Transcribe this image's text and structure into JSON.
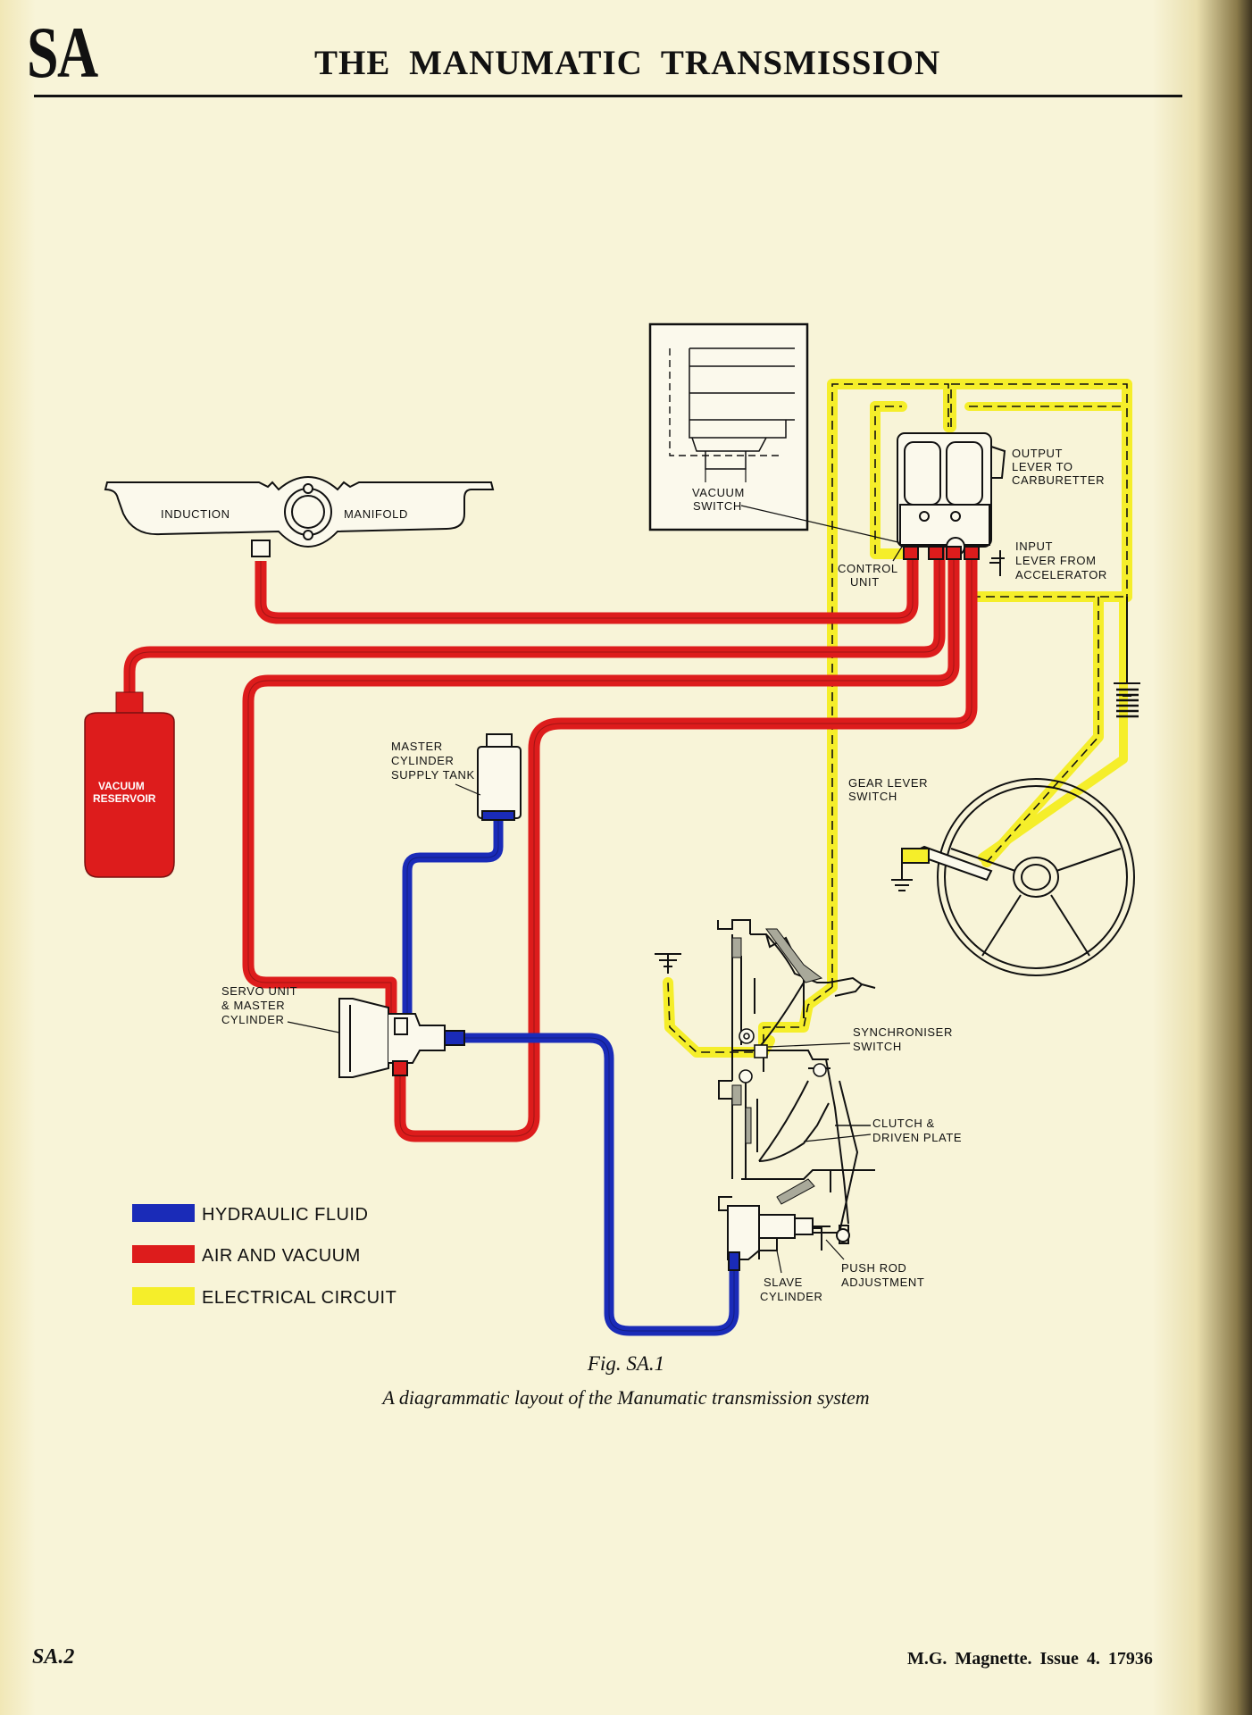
{
  "header": {
    "section_code": "SA",
    "title": "THE MANUMATIC TRANSMISSION"
  },
  "labels": {
    "induction": "INDUCTION",
    "manifold": "MANIFOLD",
    "vacuum_switch_1": "VACUUM",
    "vacuum_switch_2": "SWITCH",
    "output_lever_1": "OUTPUT",
    "output_lever_2": "LEVER TO",
    "output_lever_3": "CARBURETTER",
    "input_lever_1": "INPUT",
    "input_lever_2": "LEVER FROM",
    "input_lever_3": "ACCELERATOR",
    "control_unit_1": "CONTROL",
    "control_unit_2": "UNIT",
    "vacuum_reservoir_1": "VACUUM",
    "vacuum_reservoir_2": "RESERVOIR",
    "master_cyl_1": "MASTER",
    "master_cyl_2": "CYLINDER",
    "master_cyl_3": "SUPPLY TANK",
    "gear_lever_1": "GEAR LEVER",
    "gear_lever_2": "SWITCH",
    "servo_1": "SERVO UNIT",
    "servo_2": "& MASTER",
    "servo_3": "CYLINDER",
    "synchroniser_1": "SYNCHRONISER",
    "synchroniser_2": "SWITCH",
    "clutch_1": "CLUTCH &",
    "clutch_2": "DRIVEN PLATE",
    "push_rod_1": "PUSH ROD",
    "push_rod_2": "ADJUSTMENT",
    "slave_1": "SLAVE",
    "slave_2": "CYLINDER"
  },
  "legend": [
    {
      "label": "HYDRAULIC FLUID",
      "color": "#1a2bb8"
    },
    {
      "label": "AIR AND VACUUM",
      "color": "#dd1c1c"
    },
    {
      "label": "ELECTRICAL CIRCUIT",
      "color": "#f5ee2a"
    }
  ],
  "caption": {
    "figure": "Fig. SA.1",
    "text": "A diagrammatic layout of the Manumatic transmission system"
  },
  "footer": {
    "page": "SA.2",
    "publication": "M.G. Magnette.  Issue 4.  17936"
  },
  "colors": {
    "hydraulic": "#1a2bb8",
    "air_vacuum": "#dd1c1c",
    "electrical": "#f5ee2a",
    "ink": "#111111",
    "paper": "#f8f4d8"
  }
}
